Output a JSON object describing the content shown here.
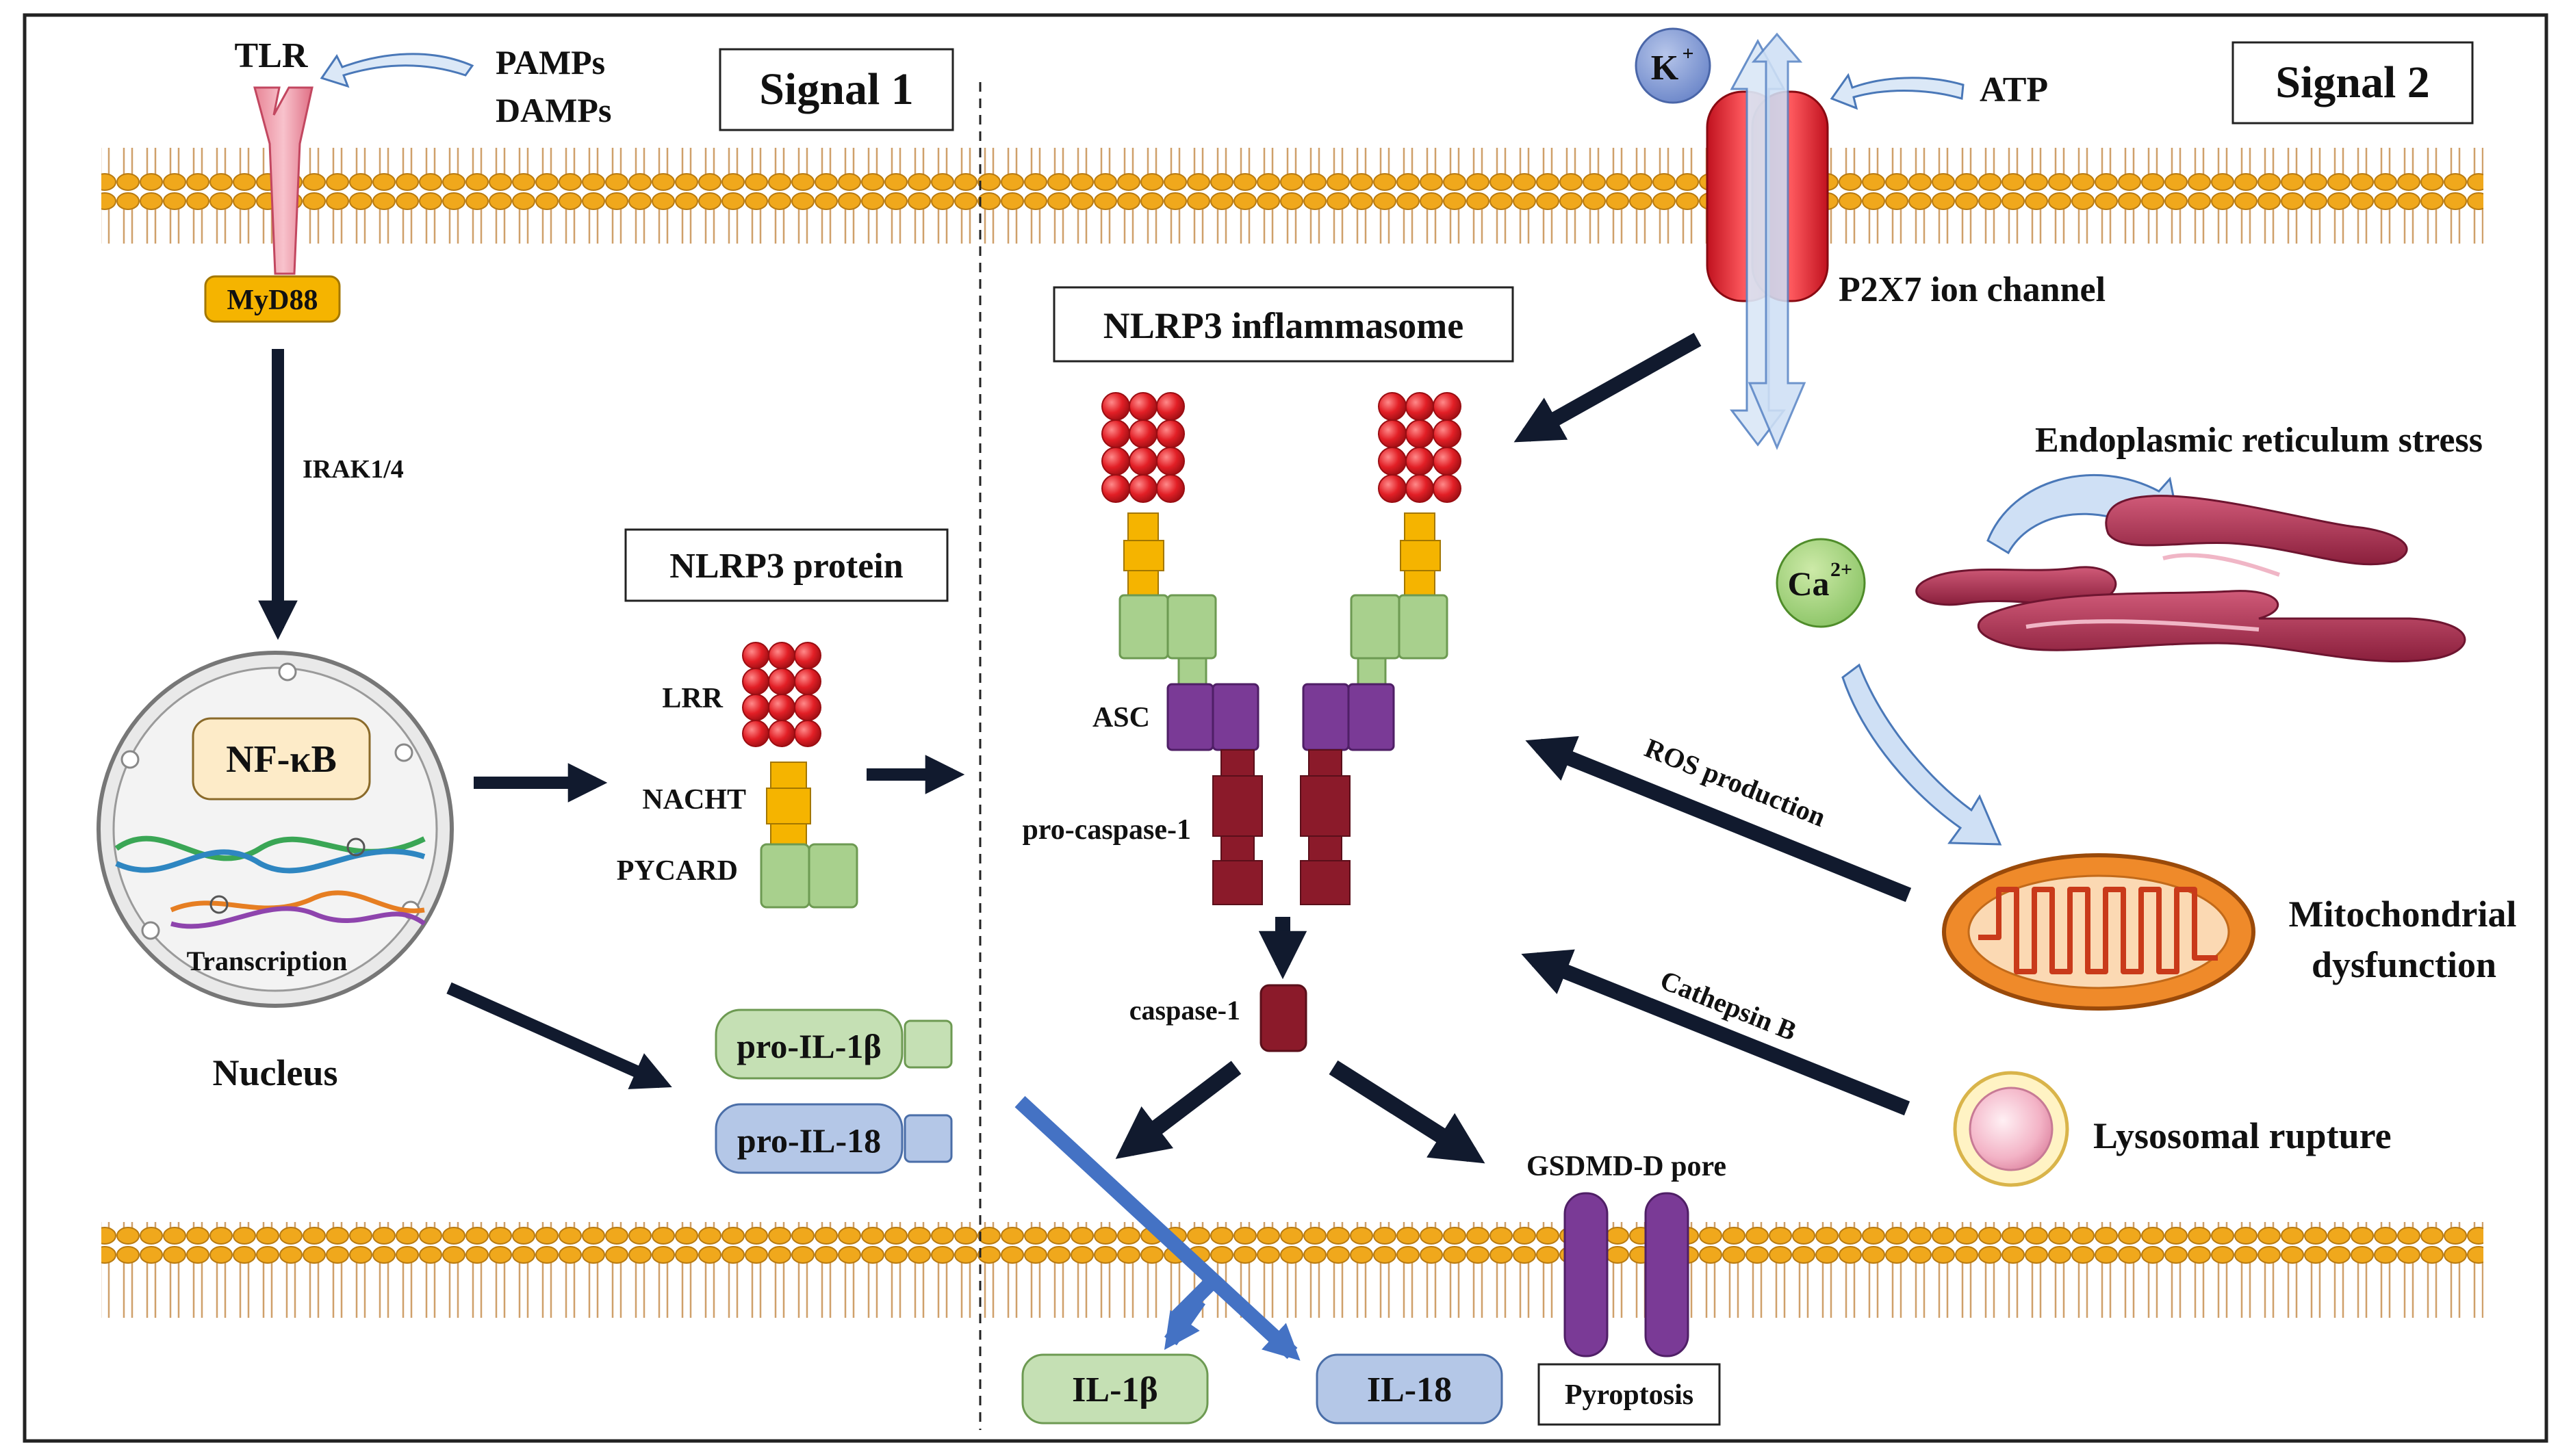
{
  "signal1": {
    "title": "Signal 1"
  },
  "signal2": {
    "title": "Signal 2"
  },
  "tlr": {
    "label": "TLR",
    "pamps": "PAMPs",
    "damps": "DAMPs",
    "myd88": "MyD88",
    "irak": "IRAK1/4"
  },
  "nucleus": {
    "nfkb": "NF-κB",
    "transcription": "Transcription",
    "label": "Nucleus"
  },
  "nlrp3_protein": {
    "title": "NLRP3 protein",
    "lrr": "LRR",
    "nacht": "NACHT",
    "pycard": "PYCARD"
  },
  "cytokines": {
    "pro_il1b": "pro-IL-1β",
    "pro_il18": "pro-IL-18",
    "il1b": "IL-1β",
    "il18": "IL-18"
  },
  "inflammasome": {
    "title": "NLRP3 inflammasome",
    "asc": "ASC",
    "pro_caspase": "pro-caspase-1",
    "caspase": "caspase-1"
  },
  "p2x7": {
    "k_ion": "K",
    "k_sup": "+",
    "atp": "ATP",
    "label": "P2X7 ion channel"
  },
  "er": {
    "label": "Endoplasmic  reticulum  stress",
    "ca_ion": "Ca",
    "ca_sup": "2+"
  },
  "mito": {
    "line1": "Mitochondrial",
    "line2": "dysfunction"
  },
  "ros": {
    "label": "ROS production"
  },
  "cathepsin": {
    "label": "Cathepsin B"
  },
  "lysosome": {
    "label": "Lysosomal rupture"
  },
  "pyroptosis": {
    "pore": "GSDMD-D pore",
    "label": "Pyroptosis"
  },
  "colors": {
    "membrane_head": "#f0a81c",
    "protein_red": "#e21f26",
    "pycard_green": "#a8d08d",
    "asc_purple": "#7a3a96",
    "caspase_maroon": "#8b1a2a",
    "il1b_fill": "#c5e0b4",
    "il18_fill": "#b4c7e7",
    "arrow_blue": "#4472c4"
  }
}
